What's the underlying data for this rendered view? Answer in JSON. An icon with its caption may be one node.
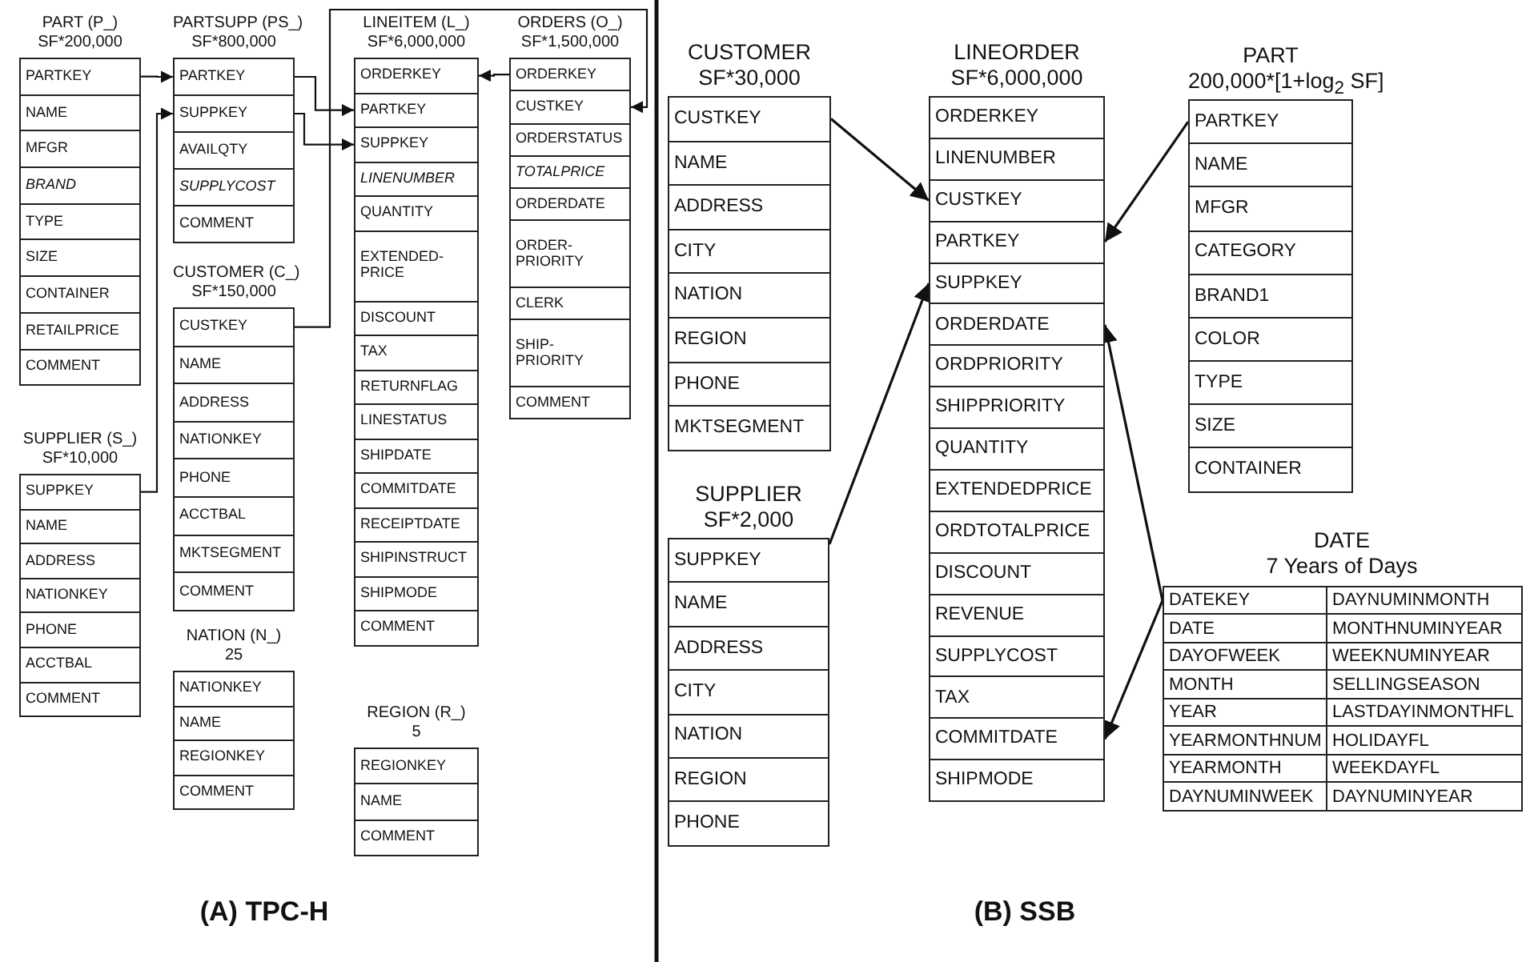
{
  "diagram": {
    "nodes": [
      {
        "text": [
          "PART (P_)",
          "SF*200,000"
        ]
      },
      {
        "text": [
          "PARTKEY"
        ],
        "in": 0
      },
      {
        "text": [
          "NAME"
        ],
        "in": 0
      },
      {
        "text": [
          "MFGR"
        ],
        "in": 0
      },
      {
        "text": [
          "BRAND"
        ],
        "in": 0
      },
      {
        "text": [
          "TYPE"
        ],
        "in": 0
      },
      {
        "text": [
          "SIZE"
        ],
        "in": 0
      },
      {
        "text": [
          "CONTAINER"
        ],
        "in": 0
      },
      {
        "text": [
          "RETAILPRICE"
        ],
        "in": 0
      },
      {
        "text": [
          "COMMENT"
        ],
        "in": 0
      },
      {
        "text": [
          "PARTSUPP (PS_)",
          "SF*800,000"
        ]
      },
      {
        "text": [
          "PARTKEY"
        ],
        "in": 10
      },
      {
        "text": [
          "SUPPKEY"
        ],
        "in": 10
      },
      {
        "text": [
          "AVAILQTY"
        ],
        "in": 10
      },
      {
        "text": [
          "SUPPLYCOST"
        ],
        "in": 10
      },
      {
        "text": [
          "COMMENT"
        ],
        "in": 10
      },
      {
        "text": [
          "LINEITEM (L_)",
          "SF*6,000,000"
        ]
      },
      {
        "text": [
          "ORDERKEY"
        ],
        "in": 16
      },
      {
        "text": [
          "PARTKEY"
        ],
        "in": 16
      },
      {
        "text": [
          "SUPPKEY"
        ],
        "in": 16
      },
      {
        "text": [
          "LINENUMBER"
        ],
        "in": 16
      },
      {
        "text": [
          "QUANTITY"
        ],
        "in": 16
      },
      {
        "text": [
          "EXTENDED- PRICE"
        ],
        "in": 16
      },
      {
        "text": [
          "DISCOUNT"
        ],
        "in": 16
      },
      {
        "text": [
          "TAX"
        ],
        "in": 16
      },
      {
        "text": [
          "RETURNFLAG"
        ],
        "in": 16
      },
      {
        "text": [
          "LINESTATUS"
        ],
        "in": 16
      },
      {
        "text": [
          "SHIPDATE"
        ],
        "in": 16
      },
      {
        "text": [
          "COMMITDATE"
        ],
        "in": 16
      },
      {
        "text": [
          "RECEIPTDATE"
        ],
        "in": 16
      },
      {
        "text": [
          "SHIPINSTRUCT"
        ],
        "in": 16
      },
      {
        "text": [
          "SHIPMODE"
        ],
        "in": 16
      },
      {
        "text": [
          "COMMENT"
        ],
        "in": 16
      },
      {
        "text": [
          "ORDERS (O_)",
          "SF*1,500,000"
        ]
      },
      {
        "text": [
          "ORDERKEY"
        ],
        "in": 33
      },
      {
        "text": [
          "CUSTKEY"
        ],
        "in": 33
      },
      {
        "text": [
          "ORDERSTATUS"
        ],
        "in": 33
      },
      {
        "text": [
          "TOTALPRICE"
        ],
        "in": 33
      },
      {
        "text": [
          "ORDERDATE"
        ],
        "in": 33
      },
      {
        "text": [
          "ORDER- PRIORITY"
        ],
        "in": 33
      },
      {
        "text": [
          "CLERK"
        ],
        "in": 33
      },
      {
        "text": [
          "SHIP- PRIORITY"
        ],
        "in": 33
      },
      {
        "text": [
          "COMMENT"
        ],
        "in": 33
      },
      {
        "text": [
          "CUSTOMER (C_)",
          "SF*150,000"
        ]
      },
      {
        "text": [
          "CUSTKEY"
        ],
        "in": 43
      },
      {
        "text": [
          "NAME"
        ],
        "in": 43
      },
      {
        "text": [
          "ADDRESS"
        ],
        "in": 43
      },
      {
        "text": [
          "NATIONKEY"
        ],
        "in": 43
      },
      {
        "text": [
          "PHONE"
        ],
        "in": 43
      },
      {
        "text": [
          "ACCTBAL"
        ],
        "in": 43
      },
      {
        "text": [
          "MKTSEGMENT"
        ],
        "in": 43
      },
      {
        "text": [
          "COMMENT"
        ],
        "in": 43
      },
      {
        "text": [
          "SUPPLIER (S_)",
          "SF*10,000"
        ]
      },
      {
        "text": [
          "SUPPKEY"
        ],
        "in": 52
      },
      {
        "text": [
          "NAME"
        ],
        "in": 52
      },
      {
        "text": [
          "ADDRESS"
        ],
        "in": 52
      },
      {
        "text": [
          "NATIONKEY"
        ],
        "in": 52
      },
      {
        "text": [
          "PHONE"
        ],
        "in": 52
      },
      {
        "text": [
          "ACCTBAL"
        ],
        "in": 52
      },
      {
        "text": [
          "COMMENT"
        ],
        "in": 52
      },
      {
        "text": [
          "NATION (N_)",
          "25"
        ]
      },
      {
        "text": [
          "NATIONKEY"
        ],
        "in": 60
      },
      {
        "text": [
          "NAME"
        ],
        "in": 60
      },
      {
        "text": [
          "REGIONKEY"
        ],
        "in": 60
      },
      {
        "text": [
          "COMMENT"
        ],
        "in": 60
      },
      {
        "text": [
          "REGION (R_)",
          "5"
        ]
      },
      {
        "text": [
          "REGIONKEY"
        ],
        "in": 65
      },
      {
        "text": [
          "NAME"
        ],
        "in": 65
      },
      {
        "text": [
          "COMMENT"
        ],
        "in": 65
      },
      {
        "text": [
          "CUSTOMER",
          "SF*30,000"
        ]
      },
      {
        "text": [
          "CUSTKEY"
        ],
        "in": 69
      },
      {
        "text": [
          "NAME"
        ],
        "in": 69
      },
      {
        "text": [
          "ADDRESS"
        ],
        "in": 69
      },
      {
        "text": [
          "CITY"
        ],
        "in": 69
      },
      {
        "text": [
          "NATION"
        ],
        "in": 69
      },
      {
        "text": [
          "REGION"
        ],
        "in": 69
      },
      {
        "text": [
          "PHONE"
        ],
        "in": 69
      },
      {
        "text": [
          "MKTSEGMENT"
        ],
        "in": 69
      },
      {
        "text": [
          "LINEORDER",
          "SF*6,000,000"
        ]
      },
      {
        "text": [
          "ORDERKEY"
        ],
        "in": 78
      },
      {
        "text": [
          "LINENUMBER"
        ],
        "in": 78
      },
      {
        "text": [
          "CUSTKEY"
        ],
        "in": 78
      },
      {
        "text": [
          "PARTKEY"
        ],
        "in": 78
      },
      {
        "text": [
          "SUPPKEY"
        ],
        "in": 78
      },
      {
        "text": [
          "ORDERDATE"
        ],
        "in": 78
      },
      {
        "text": [
          "ORDPRIORITY"
        ],
        "in": 78
      },
      {
        "text": [
          "SHIPPRIORITY"
        ],
        "in": 78
      },
      {
        "text": [
          "QUANTITY"
        ],
        "in": 78
      },
      {
        "text": [
          "EXTENDEDPRICE"
        ],
        "in": 78
      },
      {
        "text": [
          "ORDTOTALPRICE"
        ],
        "in": 78
      },
      {
        "text": [
          "DISCOUNT"
        ],
        "in": 78
      },
      {
        "text": [
          "REVENUE"
        ],
        "in": 78
      },
      {
        "text": [
          "SUPPLYCOST"
        ],
        "in": 78
      },
      {
        "text": [
          "TAX"
        ],
        "in": 78
      },
      {
        "text": [
          "COMMITDATE"
        ],
        "in": 78
      },
      {
        "text": [
          "SHIPMODE"
        ],
        "in": 78
      },
      {
        "text": [
          "PART",
          "200,000*[1+log$_{2}$ SF]"
        ]
      },
      {
        "text": [
          "PARTKEY"
        ],
        "in": 96
      },
      {
        "text": [
          "NAME"
        ],
        "in": 96
      },
      {
        "text": [
          "MFGR"
        ],
        "in": 96
      },
      {
        "text": [
          "CATEGORY"
        ],
        "in": 96
      },
      {
        "text": [
          "BRAND1"
        ],
        "in": 96
      },
      {
        "text": [
          "COLOR"
        ],
        "in": 96
      },
      {
        "text": [
          "TYPE"
        ],
        "in": 96
      },
      {
        "text": [
          "SIZE"
        ],
        "in": 96
      },
      {
        "text": [
          "CONTAINER"
        ],
        "in": 96
      },
      {
        "text": [
          "SUPPLIER",
          "SF*2,000"
        ]
      },
      {
        "text": [
          "SUPPKEY"
        ],
        "in": 106
      },
      {
        "text": [
          "NAME"
        ],
        "in": 106
      },
      {
        "text": [
          "ADDRESS"
        ],
        "in": 106
      },
      {
        "text": [
          "CITY"
        ],
        "in": 106
      },
      {
        "text": [
          "NATION"
        ],
        "in": 106
      },
      {
        "text": [
          "REGION"
        ],
        "in": 106
      },
      {
        "text": [
          "PHONE"
        ],
        "in": 106
      },
      {
        "text": [
          "DATE",
          "7 Years of Days"
        ]
      },
      {
        "text": [
          "DATEKEY"
        ],
        "in": 114
      },
      {
        "text": [
          "DAYNUMINMONTH"
        ],
        "in": 114
      },
      {
        "text": [
          "DATE"
        ],
        "in": 114
      },
      {
        "text": [
          "MONTHNUMINYEAR"
        ],
        "in": 114
      },
      {
        "text": [
          "DAYOFWEEK"
        ],
        "in": 114
      },
      {
        "text": [
          "WEEKNUMINYEAR"
        ],
        "in": 114
      },
      {
        "text": [
          "MONTH"
        ],
        "in": 114
      },
      {
        "text": [
          "SELLINGSEASON"
        ],
        "in": 114
      },
      {
        "text": [
          "YEAR"
        ],
        "in": 114
      },
      {
        "text": [
          "LASTDAYINMONTHFL"
        ],
        "in": 114
      },
      {
        "text": [
          "YEARMONTHNUM"
        ],
        "in": 114
      },
      {
        "text": [
          "HOLIDAYFL"
        ],
        "in": 114
      },
      {
        "text": [
          "YEARMONTH"
        ],
        "in": 114
      },
      {
        "text": [
          "WEEKDAYFL"
        ],
        "in": 114
      },
      {
        "text": [
          "DAYNUMINWEEK"
        ],
        "in": 114
      },
      {
        "text": [
          "DAYNUMINYEAR"
        ],
        "in": 114
      }
    ],
    "edges": [
      {
        "from": 1,
        "to": 11,
        "arrow": "to"
      },
      {
        "from": 53,
        "to": 12,
        "arrow": "to"
      },
      {
        "from": 11,
        "to": 18,
        "arrow": "to"
      },
      {
        "from": 12,
        "to": 19,
        "arrow": "to"
      },
      {
        "from": 34,
        "to": 17,
        "arrow": "to"
      },
      {
        "from": 44,
        "to": 35,
        "arrow": "to"
      },
      {
        "from": 70,
        "to": 81,
        "arrow": "to"
      },
      {
        "from": 97,
        "to": 82,
        "arrow": "to"
      },
      {
        "from": 107,
        "to": 83,
        "arrow": "to"
      },
      {
        "from": 115,
        "to": 84,
        "arrow": "to"
      },
      {
        "from": 115,
        "to": 94,
        "arrow": "to"
      }
    ],
    "labels": [
      "(A) TPC-H",
      "(B) SSB"
    ]
  }
}
